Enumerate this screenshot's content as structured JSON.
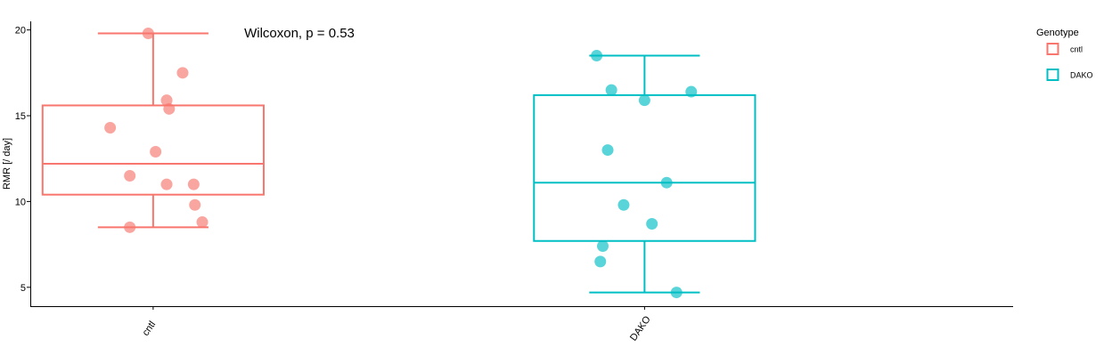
{
  "chart_data": {
    "type": "boxplot",
    "annotation": "Wilcoxon, p = 0.53",
    "ylabel": "RMR [/ day]",
    "xlabel": "",
    "ylim": [
      3.9,
      20.5
    ],
    "yticks": [
      5,
      10,
      15,
      20
    ],
    "grid": false,
    "legend": {
      "title": "Genotype",
      "position": "top-right"
    },
    "categories": [
      "cntl",
      "DAKO"
    ],
    "series": [
      {
        "name": "cntl",
        "color": "#F8766D",
        "box": {
          "whisker_low": 8.5,
          "q1": 10.4,
          "median": 12.2,
          "q3": 15.6,
          "whisker_high": 19.8
        },
        "points": [
          {
            "jitter": -0.35,
            "y": 14.3
          },
          {
            "jitter": -0.19,
            "y": 11.5
          },
          {
            "jitter": -0.19,
            "y": 8.5
          },
          {
            "jitter": -0.04,
            "y": 19.8
          },
          {
            "jitter": 0.02,
            "y": 12.9
          },
          {
            "jitter": 0.11,
            "y": 15.9
          },
          {
            "jitter": 0.13,
            "y": 15.4
          },
          {
            "jitter": 0.11,
            "y": 11.0
          },
          {
            "jitter": 0.24,
            "y": 17.5
          },
          {
            "jitter": 0.33,
            "y": 11.0
          },
          {
            "jitter": 0.34,
            "y": 9.8
          },
          {
            "jitter": 0.4,
            "y": 8.8
          }
        ]
      },
      {
        "name": "DAKO",
        "color": "#00BFC4",
        "box": {
          "whisker_low": 4.7,
          "q1": 7.7,
          "median": 11.1,
          "q3": 16.2,
          "whisker_high": 18.5
        },
        "points": [
          {
            "jitter": -0.39,
            "y": 18.5
          },
          {
            "jitter": -0.27,
            "y": 16.5
          },
          {
            "jitter": 0.0,
            "y": 15.9
          },
          {
            "jitter": 0.38,
            "y": 16.4
          },
          {
            "jitter": -0.3,
            "y": 13.0
          },
          {
            "jitter": 0.18,
            "y": 11.1
          },
          {
            "jitter": -0.17,
            "y": 9.8
          },
          {
            "jitter": 0.06,
            "y": 8.7
          },
          {
            "jitter": -0.34,
            "y": 7.4
          },
          {
            "jitter": -0.36,
            "y": 6.5
          },
          {
            "jitter": 0.26,
            "y": 4.7
          }
        ]
      }
    ]
  }
}
